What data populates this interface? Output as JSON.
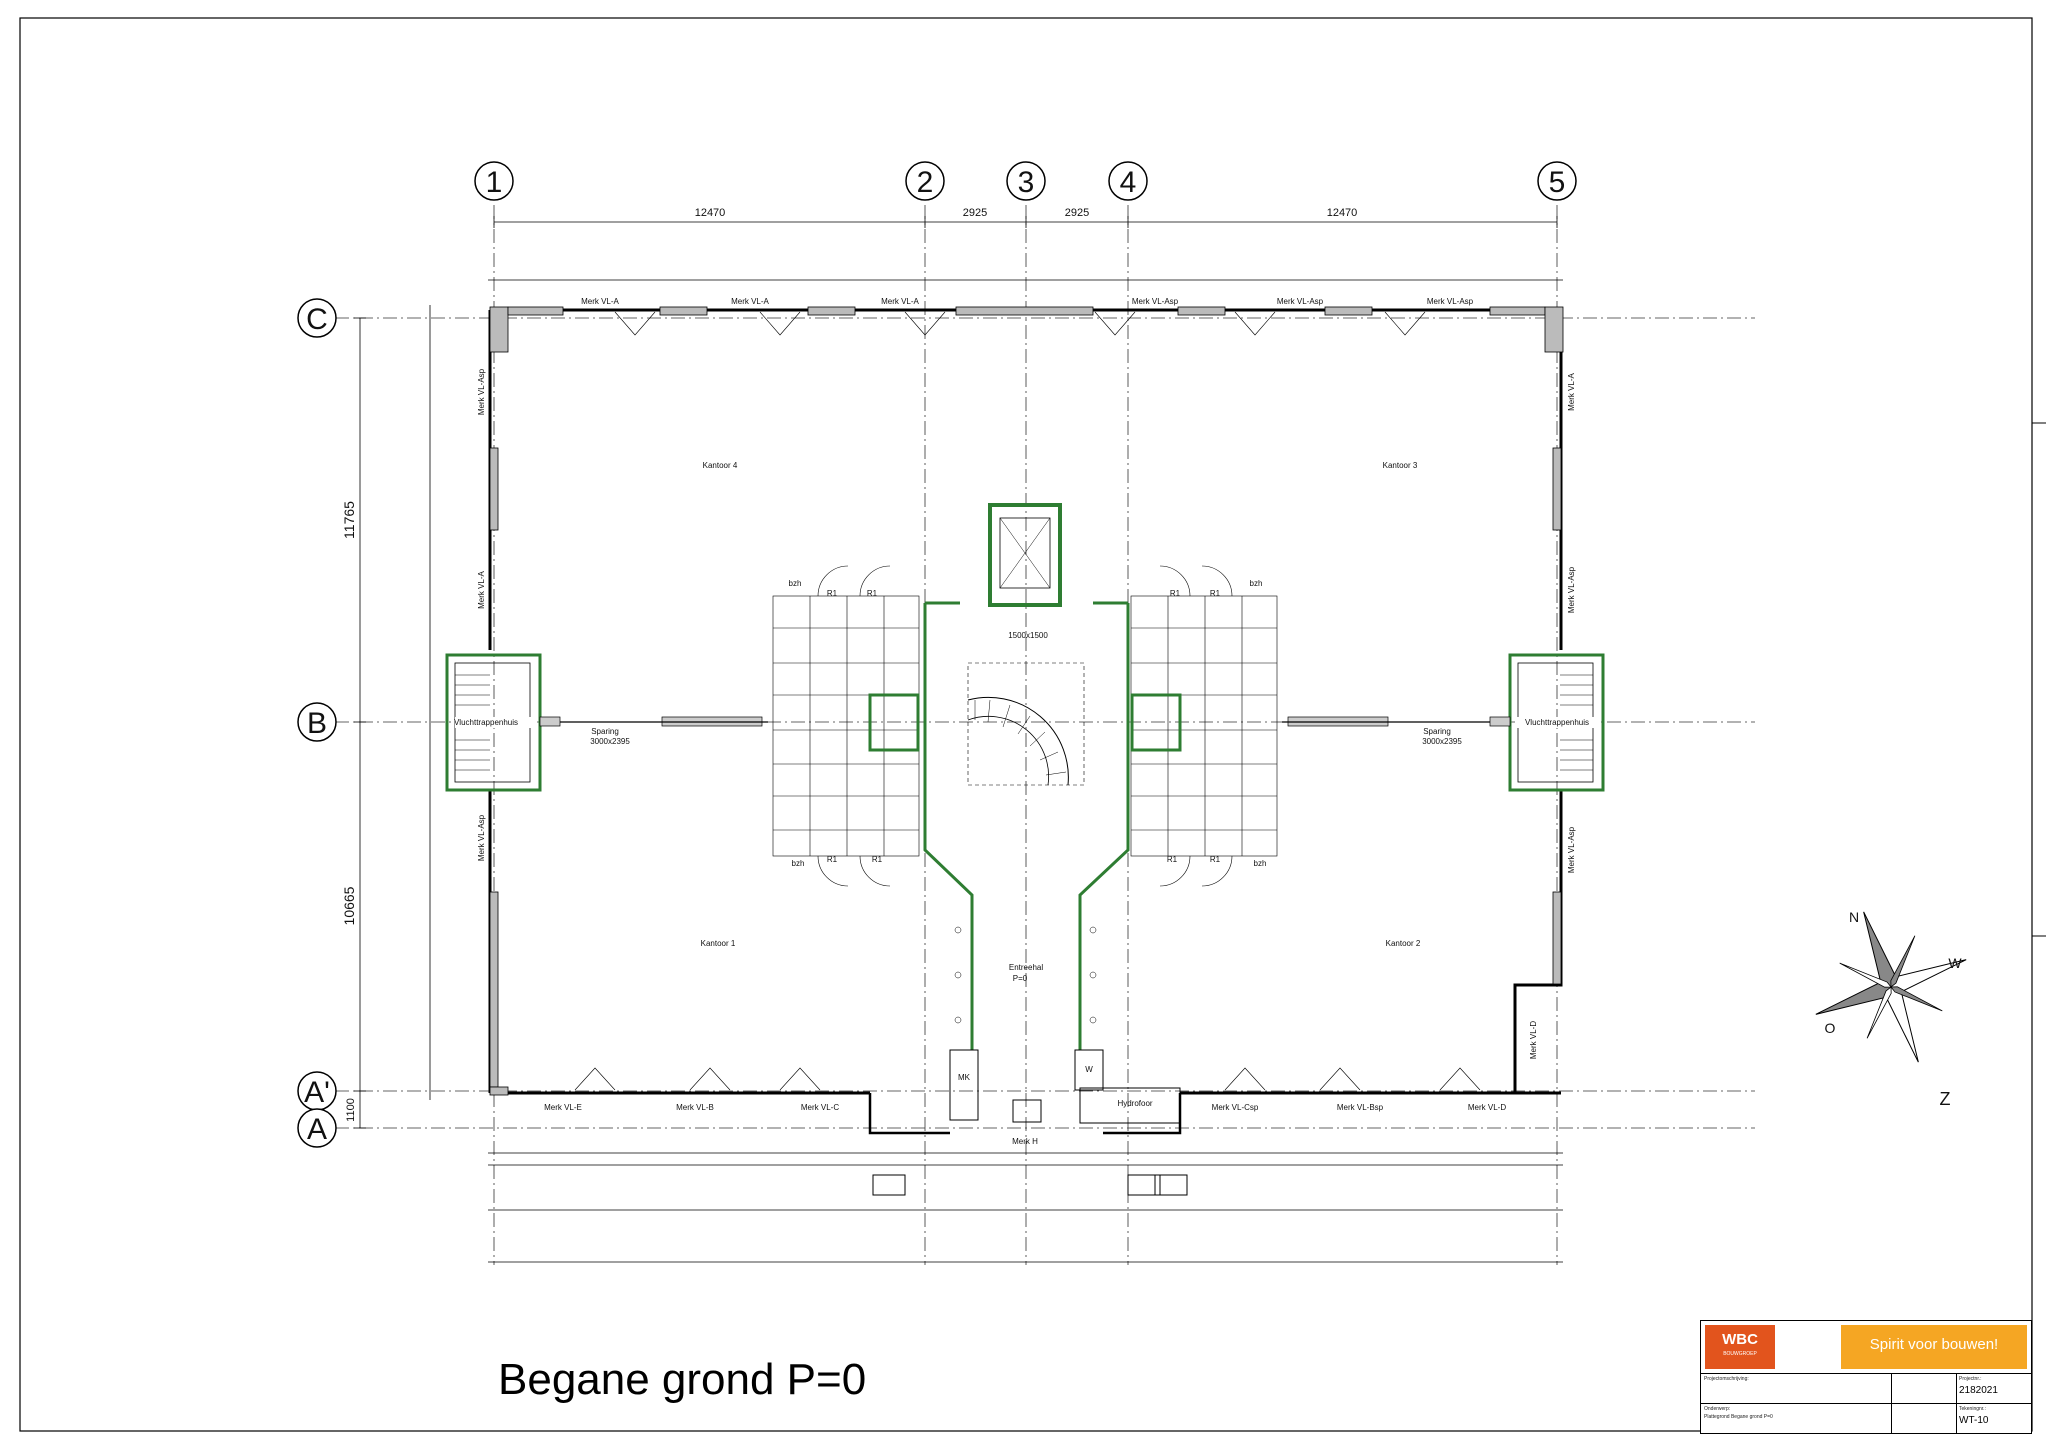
{
  "drawing": {
    "title": "Begane grond P=0",
    "grid_columns": [
      "1",
      "2",
      "3",
      "4",
      "5"
    ],
    "grid_rows": [
      "C",
      "B",
      "A'",
      "A"
    ],
    "top_dimensions": [
      "12470",
      "2925",
      "2925",
      "12470"
    ],
    "left_dimensions": [
      "11765",
      "10665",
      "1100"
    ],
    "rooms": {
      "kantoor1": "Kantoor 1",
      "kantoor2": "Kantoor 2",
      "kantoor3": "Kantoor 3",
      "kantoor4": "Kantoor 4",
      "entreehal": "Entreehal",
      "entreehal_level": "P=0",
      "hydrofoor": "Hydrofoor",
      "mk": "MK",
      "w": "W",
      "vluchttrappenhuis": "Vluchttrappenhuis",
      "vluchttrappenhuis_r": "Vluchttrappenhuis",
      "sparing_left": "Sparing",
      "sparing_left_size": "3000x2395",
      "sparing_right": "Sparing",
      "sparing_right_size": "3000x2395",
      "lift_size": "1500x1500",
      "r1": "R1",
      "bzh": "bzh"
    },
    "window_marks_top": [
      "Merk VL-A",
      "Merk VL-A",
      "Merk VL-A",
      "Merk VL-Asp",
      "Merk VL-Asp",
      "Merk VL-Asp"
    ],
    "window_marks_bottom": [
      "Merk VL-E",
      "Merk VL-B",
      "Merk VL-C",
      "Merk H",
      "Merk VL-Csp",
      "Merk VL-Bsp",
      "Merk VL-D"
    ],
    "window_marks_left": [
      "Merk VL-Asp",
      "Merk VL-A",
      "Merk VL-Asp"
    ],
    "window_marks_right": [
      "Merk VL-A",
      "Merk VL-Asp",
      "Merk VL-Asp",
      "Merk VL-D"
    ],
    "compass_letters": [
      "N",
      "O",
      "W",
      "Z"
    ]
  },
  "titleblock": {
    "logo": "WBC",
    "logo_sub": "BOUWGROEP",
    "slogan": "Spirit voor bouwen!",
    "project_number": "2182021",
    "drawing_number": "WT-10",
    "label_project": "Projectomschrijving:",
    "label_subject": "Onderwerp:",
    "subject": "Plattegrond Begane grond P=0",
    "label_tekening": "Tekeningnr.:",
    "label_project_nr": "Projectnr.:"
  }
}
